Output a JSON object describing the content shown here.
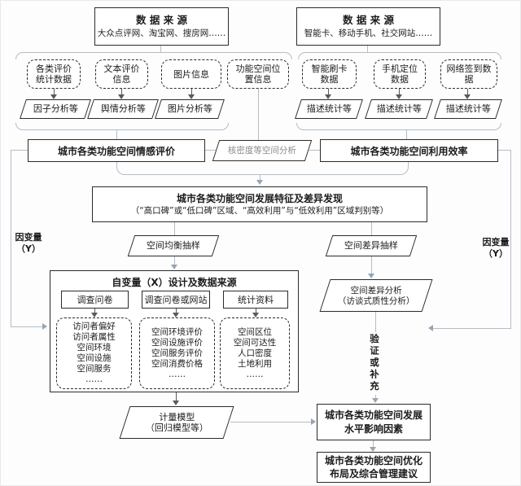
{
  "sources": {
    "left": {
      "title": "数 据 来 源",
      "subtitle": "大众点评网、淘宝网、搜房网……"
    },
    "right": {
      "title": "数 据 来 源",
      "subtitle": "智能卡、移动手机、社交网站……"
    }
  },
  "data_items": {
    "review_stats": "各类评价统计数据",
    "text_review": "文本评价信息",
    "image_info": "图片信息",
    "location_info": "功能空间位置信息",
    "smartcard": "智能刷卡数据",
    "phone_location": "手机定位数据",
    "web_checkin": "网络签到数据"
  },
  "methods": {
    "factor": "因子分析等",
    "opinion": "舆情分析等",
    "image": "图片分析等",
    "desc1": "描述统计等",
    "desc2": "描述统计等",
    "desc3": "描述统计等",
    "kernel": "核密度等空间分析"
  },
  "mid": {
    "sentiment_eval": "城市各类功能空间情感评价",
    "efficiency": "城市各类功能空间利用效率",
    "feature_title": "城市各类功能空间发展特征及差异发现",
    "feature_sub": "（“高口碑”或“低口碑”区域、“高效利用”与“低效利用”区域判别等）"
  },
  "vars": {
    "dependent_left": "因变量\n（Y）",
    "dependent_right": "因变量\n（Y）",
    "balanced_sampling": "空间均衡抽样",
    "diff_sampling": "空间差异抽样",
    "diff_analysis": "空间差异分析\n（访谈式质性分析）",
    "verify": "验证或补充"
  },
  "iv": {
    "title": "自变量（X）设计及数据来源",
    "src1": "调查问卷",
    "src2": "调查问卷或网站",
    "src3": "统计资料",
    "group1": "访问者偏好\n访问者属性\n空间环境\n空间设施\n空间服务\n……",
    "group2": "空间环境评价\n空间设施评价\n空间服务评价\n空间消费价格\n……",
    "group3": "空间区位\n空间可达性\n人口密度\n土地利用\n……"
  },
  "bottom": {
    "model": "计量模型\n（回归模型等）",
    "factors": "城市各类功能空间发展\n水平影响因素",
    "suggestion": "城市各类功能空间优化\n布局及综合管理建议"
  }
}
